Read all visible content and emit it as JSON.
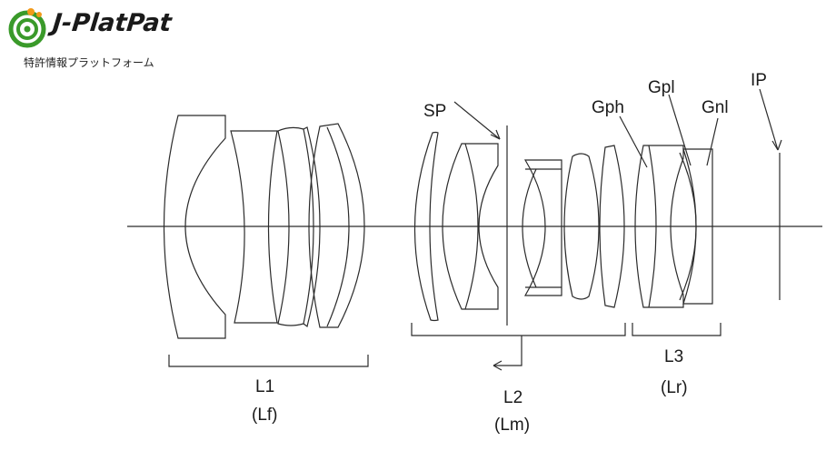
{
  "brand": {
    "name": "J-PlatPat",
    "tagline": "特許情報プラットフォーム"
  },
  "diagram": {
    "labels": {
      "sp": "SP",
      "gph": "Gph",
      "gpl": "Gpl",
      "gnl": "Gnl",
      "ip": "IP",
      "l1": "L1",
      "l1_sub": "(Lf)",
      "l2": "L2",
      "l2_sub": "(Lm)",
      "l3": "L3",
      "l3_sub": "(Lr)"
    }
  },
  "colors": {
    "line": "#2b2b2b",
    "logo_green": "#3a9a2a",
    "logo_orange": "#f29a1a"
  }
}
